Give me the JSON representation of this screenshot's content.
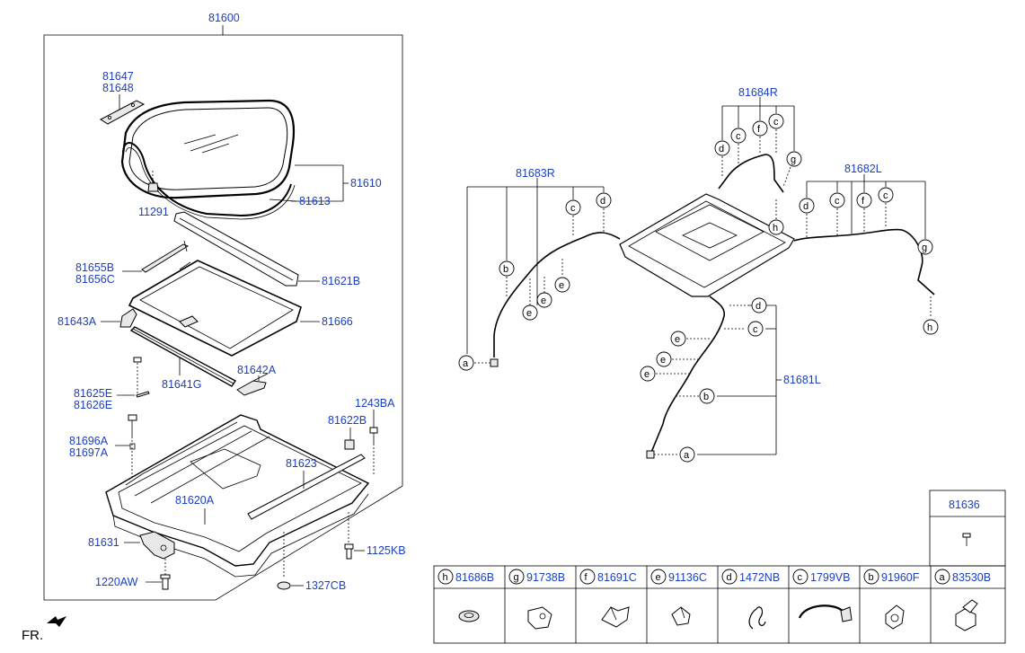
{
  "assembly": "81600",
  "left_labels": {
    "p81647": "81647",
    "p81648": "81648",
    "p81610": "81610",
    "p81613": "81613",
    "p11291": "11291",
    "p81621B": "81621B",
    "p81655B": "81655B",
    "p81656C": "81656C",
    "p81666": "81666",
    "p81643A": "81643A",
    "p81642A": "81642A",
    "p81641G": "81641G",
    "p81625E": "81625E",
    "p81626E": "81626E",
    "p1243BA": "1243BA",
    "p81622B": "81622B",
    "p81696A": "81696A",
    "p81697A": "81697A",
    "p81623": "81623",
    "p81620A": "81620A",
    "p81631": "81631",
    "p1125KB": "1125KB",
    "p1220AW": "1220AW",
    "p1327CB": "1327CB"
  },
  "right_labels": {
    "p81684R": "81684R",
    "p81683R": "81683R",
    "p81682L": "81682L",
    "p81681L": "81681L",
    "p81636": "81636"
  },
  "callout_letters": [
    "a",
    "b",
    "c",
    "d",
    "e",
    "f",
    "g",
    "h"
  ],
  "front_marker": "FR.",
  "legend_table": [
    {
      "letter": "h",
      "part": "81686B"
    },
    {
      "letter": "g",
      "part": "91738B"
    },
    {
      "letter": "f",
      "part": "81691C"
    },
    {
      "letter": "e",
      "part": "91136C"
    },
    {
      "letter": "d",
      "part": "1472NB"
    },
    {
      "letter": "c",
      "part": "1799VB"
    },
    {
      "letter": "b",
      "part": "91960F"
    },
    {
      "letter": "a",
      "part": "83530B"
    }
  ]
}
